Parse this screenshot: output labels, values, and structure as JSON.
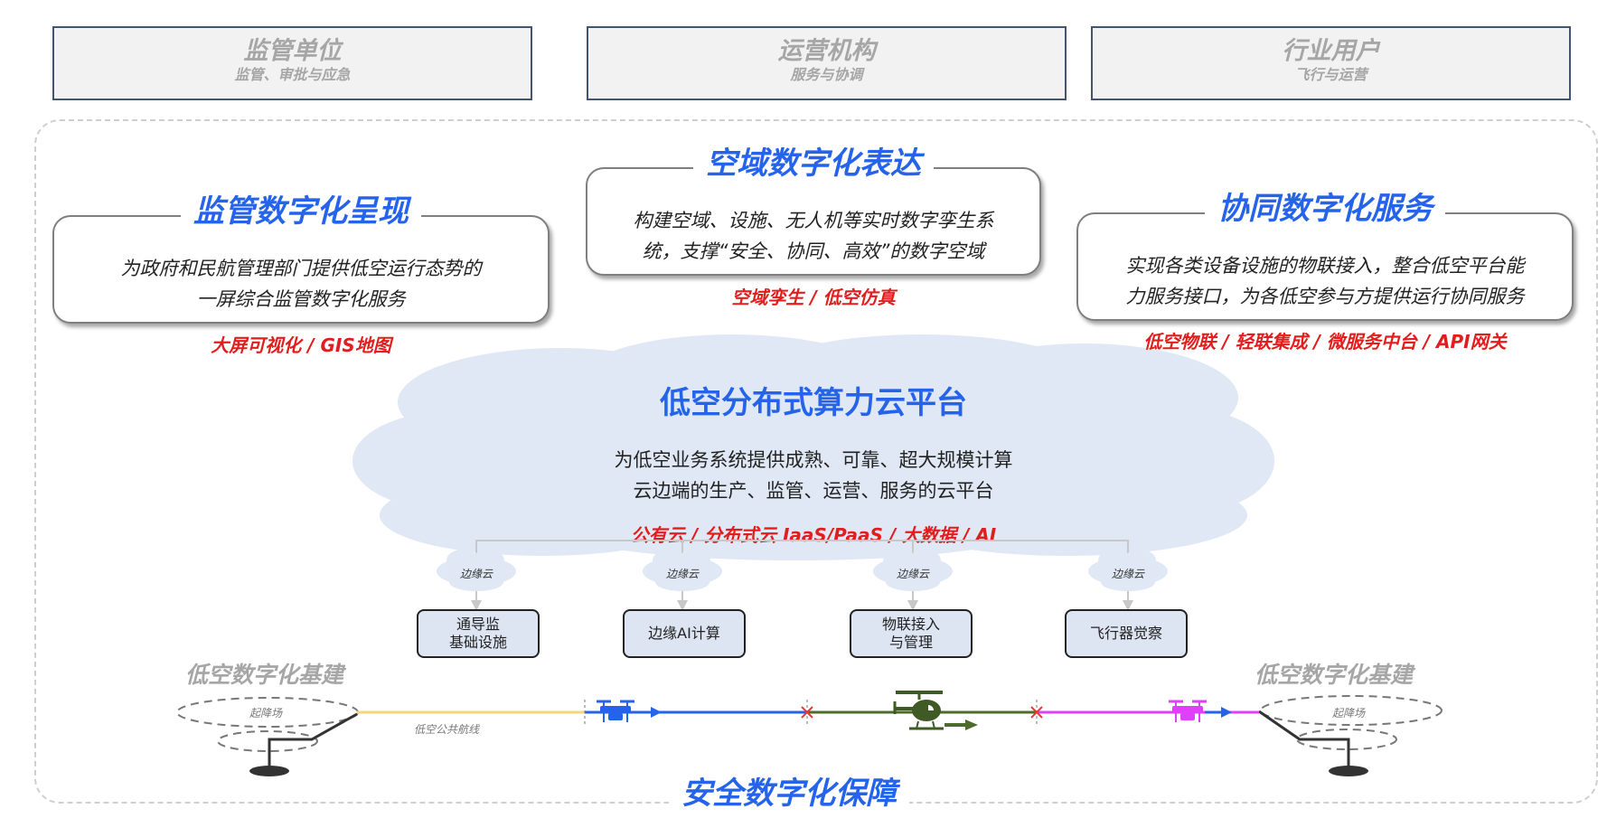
{
  "top_stakeholders": [
    {
      "title": "监管单位",
      "subtitle": "监管、审批与应急"
    },
    {
      "title": "运营机构",
      "subtitle": "服务与协调"
    },
    {
      "title": "行业用户",
      "subtitle": "飞行与运营"
    }
  ],
  "cards": {
    "regulation": {
      "title": "监管数字化呈现",
      "lines": [
        "为政府和民航管理部门提供低空运行态势的",
        "一屏综合监管数字化服务"
      ],
      "tags": "大屏可视化 / GIS地图"
    },
    "airspace": {
      "title": "空域数字化表达",
      "lines": [
        "构建空域、设施、无人机等实时数字孪生系",
        "统，支撑“安全、协同、高效”的数字空域"
      ],
      "tags": "空域孪生 / 低空仿真"
    },
    "collaboration": {
      "title": "协同数字化服务",
      "lines": [
        "实现各类设备设施的物联接入，整合低空平台能",
        "力服务接口，为各低空参与方提供运行协同服务"
      ],
      "tags": "低空物联 / 轻联集成 / 微服务中台 / API网关"
    }
  },
  "cloud_platform": {
    "title": "低空分布式算力云平台",
    "lines": [
      "为低空业务系统提供成熟、可靠、超大规模计算",
      "云边端的生产、监管、运营、服务的云平台"
    ],
    "tags": "公有云 / 分布式云 IaaS/PaaS / 大数据 / AI",
    "colors": {
      "cloud_fill": "#dfe8f4",
      "title": "#2563eb",
      "tags": "#e11d1d"
    }
  },
  "edge_nodes": [
    {
      "cloud_label": "边缘云",
      "node_label": "通导监\n基础设施"
    },
    {
      "cloud_label": "边缘云",
      "node_label": "边缘AI计算"
    },
    {
      "cloud_label": "边缘云",
      "node_label": "物联接入\n与管理"
    },
    {
      "cloud_label": "边缘云",
      "node_label": "飞行器觉察"
    }
  ],
  "infrastructure": {
    "left_label": "低空数字化基建",
    "right_label": "低空数字化基建",
    "pad_label": "起降场",
    "route_label": "低空公共航线",
    "route_colors": {
      "segment_1": "#f5d67a",
      "segment_2": "#2563eb",
      "segment_3": "#4d6b2a",
      "segment_4": "#e040fb",
      "handoff_marker": "#e53935"
    },
    "aircraft": [
      {
        "type": "drone-icon",
        "color": "#2563eb"
      },
      {
        "type": "helicopter-icon",
        "color": "#3f5a24"
      },
      {
        "type": "drone-icon",
        "color": "#e040fb"
      }
    ]
  },
  "bottom_title": "安全数字化保障"
}
